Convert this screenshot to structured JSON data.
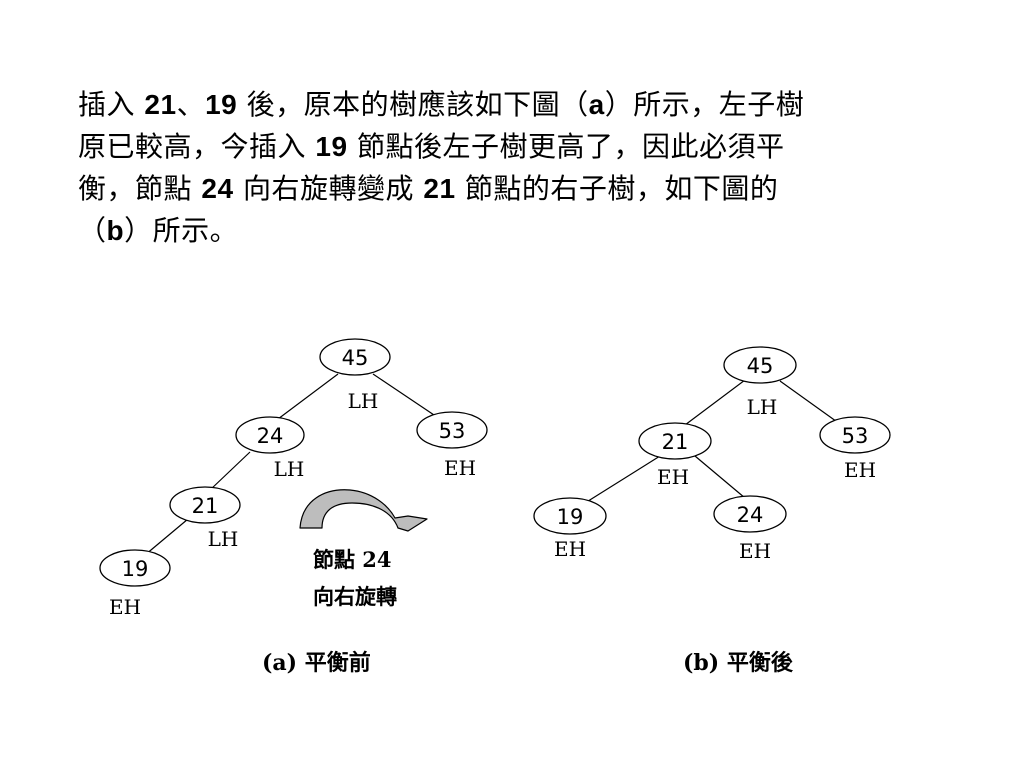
{
  "paragraph": {
    "line1": {
      "p1": "插入 ",
      "b1": "21",
      "p2": "、",
      "b2": "19",
      "p3": " 後，原本的樹應該如下圖（",
      "b3": "a",
      "p4": "）所示，左子樹"
    },
    "line2": {
      "p1": "原已較高，今插入 ",
      "b1": "19",
      "p2": " 節點後左子樹更高了，因此必須平"
    },
    "line3": {
      "p1": "衡，節點 ",
      "b1": "24",
      "p2": " 向右旋轉變成 ",
      "b2": "21",
      "p3": " 節點的右子樹，如下圖的"
    },
    "line4": {
      "p1": "（",
      "b1": "b",
      "p2": "）所示。"
    }
  },
  "figure_a": {
    "caption": "(a) 平衡前",
    "nodes": {
      "n45": {
        "label": "45",
        "balance": "LH"
      },
      "n24": {
        "label": "24",
        "balance": "LH"
      },
      "n53": {
        "label": "53",
        "balance": "EH"
      },
      "n21": {
        "label": "21",
        "balance": "LH"
      },
      "n19": {
        "label": "19",
        "balance": "EH"
      }
    },
    "edges": [
      [
        "45",
        "24"
      ],
      [
        "45",
        "53"
      ],
      [
        "24",
        "21"
      ],
      [
        "21",
        "19"
      ]
    ],
    "rotation_note": {
      "line1": "節點 24",
      "line2": "向右旋轉"
    }
  },
  "figure_b": {
    "caption": "(b) 平衡後",
    "nodes": {
      "n45": {
        "label": "45",
        "balance": "LH"
      },
      "n21": {
        "label": "21",
        "balance": "EH"
      },
      "n53": {
        "label": "53",
        "balance": "EH"
      },
      "n19": {
        "label": "19",
        "balance": "EH"
      },
      "n24": {
        "label": "24",
        "balance": "EH"
      }
    },
    "edges": [
      [
        "45",
        "21"
      ],
      [
        "45",
        "53"
      ],
      [
        "21",
        "19"
      ],
      [
        "21",
        "24"
      ]
    ]
  },
  "colors": {
    "text": "#000000",
    "node_fill": "#ffffff",
    "node_stroke": "#000000",
    "arrow_fill": "#bdbdbd"
  }
}
